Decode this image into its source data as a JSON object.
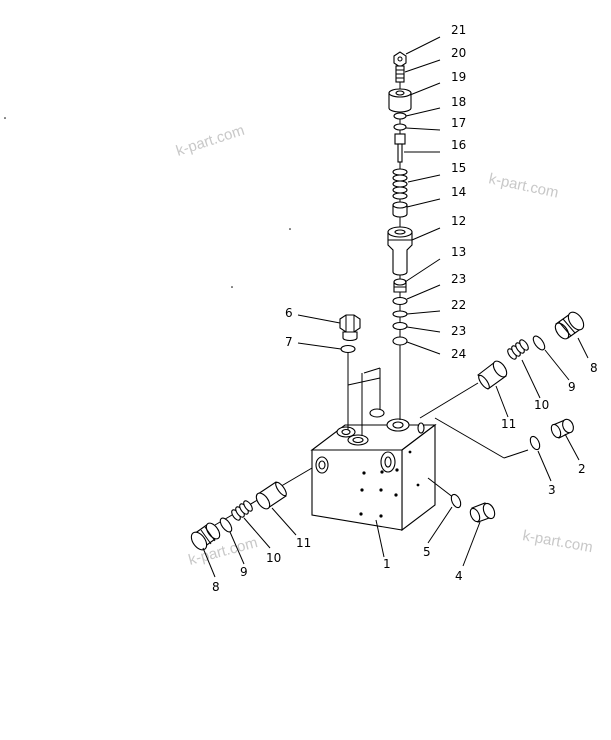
{
  "diagram": {
    "callouts": {
      "c1": "1",
      "c2": "2",
      "c3": "3",
      "c4": "4",
      "c5": "5",
      "c6": "6",
      "c7": "7",
      "c8_right": "8",
      "c8_left": "8",
      "c9_right": "9",
      "c9_left": "9",
      "c10_right": "10",
      "c10_left": "10",
      "c11_right": "11",
      "c11_left": "11",
      "c12": "12",
      "c13": "13",
      "c14": "14",
      "c15": "15",
      "c16": "16",
      "c17": "17",
      "c18": "18",
      "c19": "19",
      "c20": "20",
      "c21": "21",
      "c22": "22",
      "c23_upper": "23",
      "c23_lower": "23",
      "c24": "24"
    },
    "watermarks": {
      "w1": "k-part.com",
      "w2": "k-part.com",
      "w3": "k-part.com",
      "w4": "k-part.com"
    }
  }
}
